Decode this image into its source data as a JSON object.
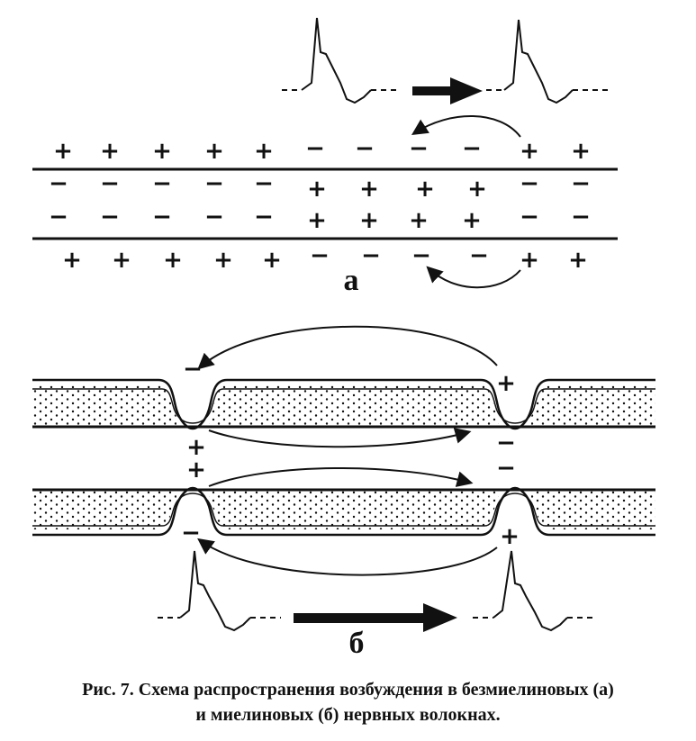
{
  "panels": {
    "a": {
      "label": "а"
    },
    "b": {
      "label": "б"
    }
  },
  "symbols": {
    "plus": "+",
    "minus": "−"
  },
  "caption": {
    "line1": "Рис. 7. Схема распространения возбуждения в безмиелиновых (а)",
    "line2": "и миелиновых (б) нервных волокнах."
  }
}
